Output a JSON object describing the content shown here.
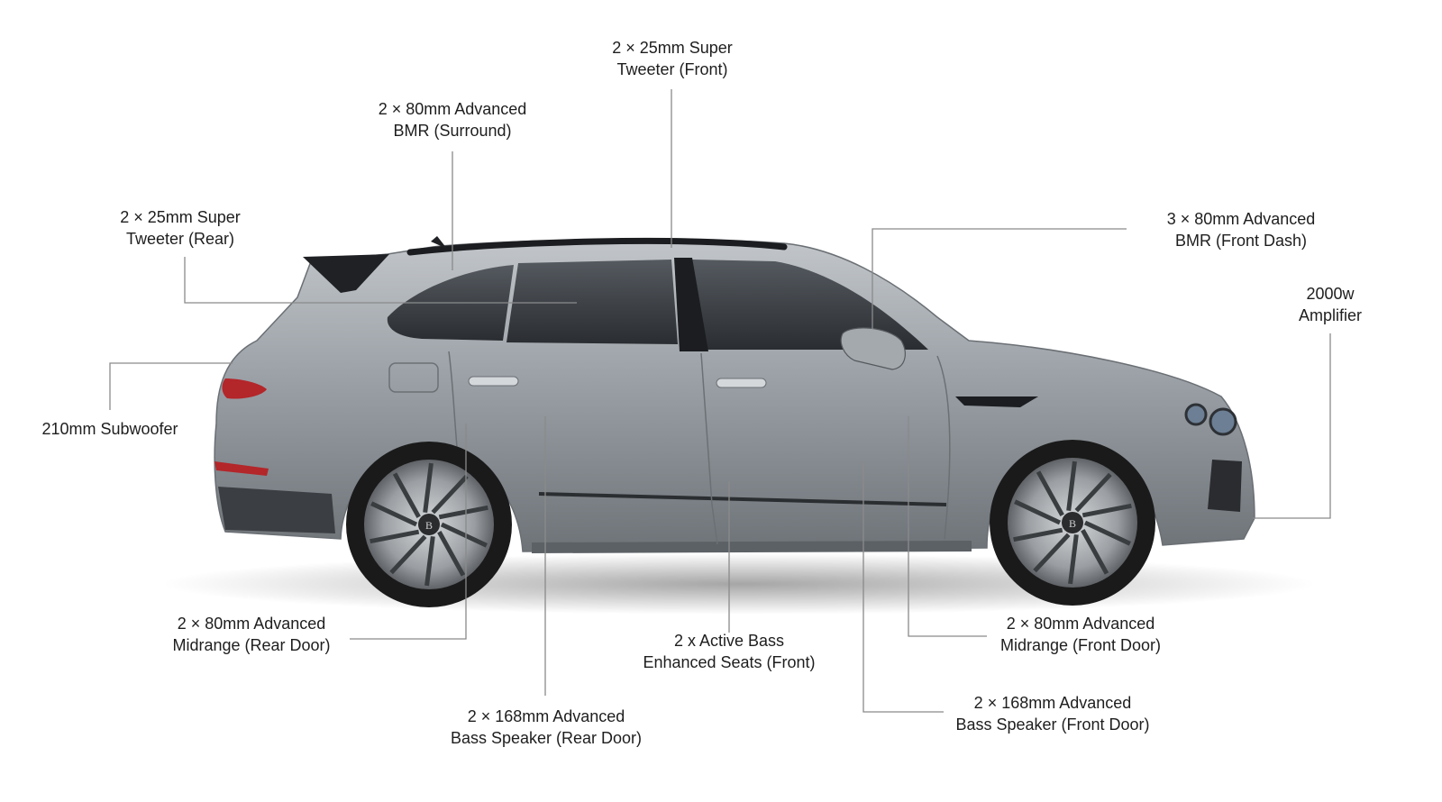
{
  "colors": {
    "background": "#ffffff",
    "leader_line": "#8a8a8a",
    "text": "#1e1e1e",
    "car_body": "#8e9399",
    "car_body_light": "#b3b8bd",
    "glass": "#3a3d42",
    "tyre": "#1a1a1a",
    "rim": "#9ca0a4",
    "tail_light": "#b3262a"
  },
  "vehicle": {
    "image": "Bentley Bentayga SUV, side profile, grey paint",
    "logo_letter": "B"
  },
  "labels": {
    "tweeter_front": [
      "2 × 25mm Super",
      "Tweeter (Front)"
    ],
    "bmr_surround": [
      "2 × 80mm Advanced",
      "BMR (Surround)"
    ],
    "tweeter_rear": [
      "2 × 25mm Super",
      "Tweeter (Rear)"
    ],
    "bmr_front_dash": [
      "3 × 80mm Advanced",
      "BMR (Front Dash)"
    ],
    "amplifier": [
      "2000w",
      "Amplifier"
    ],
    "subwoofer": [
      "210mm Subwoofer"
    ],
    "midrange_rear": [
      "2 × 80mm Advanced",
      "Midrange (Rear Door)"
    ],
    "active_bass_seats": [
      "2 x Active Bass",
      "Enhanced Seats (Front)"
    ],
    "midrange_front": [
      "2 × 80mm Advanced",
      "Midrange (Front Door)"
    ],
    "bass_rear": [
      "2 × 168mm Advanced",
      "Bass Speaker (Rear Door)"
    ],
    "bass_front": [
      "2 × 168mm Advanced",
      "Bass Speaker (Front Door)"
    ]
  }
}
